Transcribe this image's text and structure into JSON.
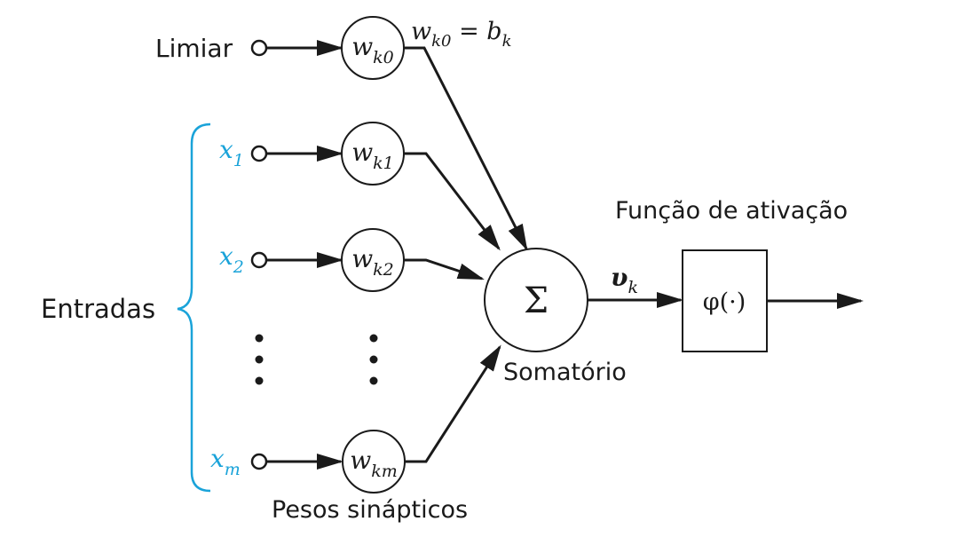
{
  "labels": {
    "threshold": "Limiar",
    "inputs": "Entradas",
    "weights": "Pesos sinápticos",
    "summation": "Somatório",
    "activation": "Função de ativação"
  },
  "bias_equation": {
    "w": "w",
    "w_sub": "k0",
    "equals": " = ",
    "b": "b",
    "b_sub": "k"
  },
  "inputs": [
    {
      "x": "x",
      "sub": "1",
      "w": "w",
      "w_sub": "k1"
    },
    {
      "x": "x",
      "sub": "2",
      "w": "w",
      "w_sub": "k2"
    },
    {
      "x": "x",
      "sub": "m",
      "w": "w",
      "w_sub": "km"
    }
  ],
  "bias_node": {
    "w": "w",
    "w_sub": "k0"
  },
  "sum_symbol": "Σ",
  "output_var": {
    "v": "υ",
    "sub": "k"
  },
  "activation_fn": "φ(·)",
  "colors": {
    "input_labels": "#1aa3d9",
    "brace": "#1aa3d9",
    "lines": "#1a1a1a"
  }
}
